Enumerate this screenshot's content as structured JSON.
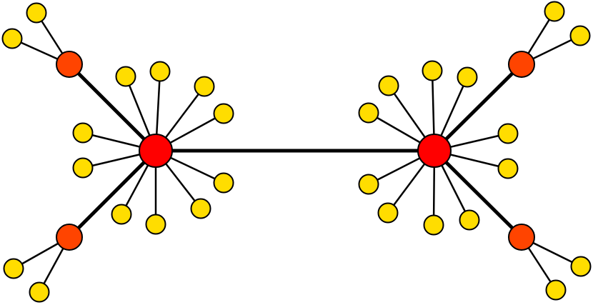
{
  "diagram": {
    "type": "network-graph",
    "colors": {
      "hub": "#ff0000",
      "subhub": "#ff4400",
      "leaf": "#ffdd00",
      "edge": "#000000",
      "background": "#ffffff"
    },
    "nodes": [
      {
        "id": "hub-left",
        "role": "hub"
      },
      {
        "id": "hub-right",
        "role": "hub"
      },
      {
        "id": "subhub-left-top",
        "role": "subhub"
      },
      {
        "id": "subhub-left-bottom",
        "role": "subhub"
      },
      {
        "id": "subhub-right-top",
        "role": "subhub"
      },
      {
        "id": "subhub-right-bottom",
        "role": "subhub"
      },
      {
        "id": "leaf-lt-1",
        "role": "leaf"
      },
      {
        "id": "leaf-lt-2",
        "role": "leaf"
      },
      {
        "id": "leaf-lb-1",
        "role": "leaf"
      },
      {
        "id": "leaf-lb-2",
        "role": "leaf"
      },
      {
        "id": "leaf-rt-1",
        "role": "leaf"
      },
      {
        "id": "leaf-rt-2",
        "role": "leaf"
      },
      {
        "id": "leaf-rb-1",
        "role": "leaf"
      },
      {
        "id": "leaf-rb-2",
        "role": "leaf"
      },
      {
        "id": "leaf-l-1",
        "role": "leaf"
      },
      {
        "id": "leaf-l-2",
        "role": "leaf"
      },
      {
        "id": "leaf-l-3",
        "role": "leaf"
      },
      {
        "id": "leaf-l-4",
        "role": "leaf"
      },
      {
        "id": "leaf-l-5",
        "role": "leaf"
      },
      {
        "id": "leaf-l-6",
        "role": "leaf"
      },
      {
        "id": "leaf-l-7",
        "role": "leaf"
      },
      {
        "id": "leaf-l-8",
        "role": "leaf"
      },
      {
        "id": "leaf-l-9",
        "role": "leaf"
      },
      {
        "id": "leaf-l-10",
        "role": "leaf"
      },
      {
        "id": "leaf-l-11",
        "role": "leaf"
      },
      {
        "id": "leaf-r-1",
        "role": "leaf"
      },
      {
        "id": "leaf-r-2",
        "role": "leaf"
      },
      {
        "id": "leaf-r-3",
        "role": "leaf"
      },
      {
        "id": "leaf-r-4",
        "role": "leaf"
      },
      {
        "id": "leaf-r-5",
        "role": "leaf"
      },
      {
        "id": "leaf-r-6",
        "role": "leaf"
      },
      {
        "id": "leaf-r-7",
        "role": "leaf"
      },
      {
        "id": "leaf-r-8",
        "role": "leaf"
      },
      {
        "id": "leaf-r-9",
        "role": "leaf"
      },
      {
        "id": "leaf-r-10",
        "role": "leaf"
      },
      {
        "id": "leaf-r-11",
        "role": "leaf"
      }
    ],
    "edges": [
      {
        "from": "hub-left",
        "to": "hub-right"
      },
      {
        "from": "hub-left",
        "to": "subhub-left-top"
      },
      {
        "from": "hub-left",
        "to": "subhub-left-bottom"
      },
      {
        "from": "hub-right",
        "to": "subhub-right-top"
      },
      {
        "from": "hub-right",
        "to": "subhub-right-bottom"
      },
      {
        "from": "subhub-left-top",
        "to": "leaf-lt-1"
      },
      {
        "from": "subhub-left-top",
        "to": "leaf-lt-2"
      },
      {
        "from": "subhub-left-bottom",
        "to": "leaf-lb-1"
      },
      {
        "from": "subhub-left-bottom",
        "to": "leaf-lb-2"
      },
      {
        "from": "subhub-right-top",
        "to": "leaf-rt-1"
      },
      {
        "from": "subhub-right-top",
        "to": "leaf-rt-2"
      },
      {
        "from": "subhub-right-bottom",
        "to": "leaf-rb-1"
      },
      {
        "from": "subhub-right-bottom",
        "to": "leaf-rb-2"
      },
      {
        "from": "hub-left",
        "to": "leaf-l-1"
      },
      {
        "from": "hub-left",
        "to": "leaf-l-2"
      },
      {
        "from": "hub-left",
        "to": "leaf-l-3"
      },
      {
        "from": "hub-left",
        "to": "leaf-l-4"
      },
      {
        "from": "hub-left",
        "to": "leaf-l-5"
      },
      {
        "from": "hub-left",
        "to": "leaf-l-6"
      },
      {
        "from": "hub-left",
        "to": "leaf-l-7"
      },
      {
        "from": "hub-left",
        "to": "leaf-l-8"
      },
      {
        "from": "hub-left",
        "to": "leaf-l-9"
      },
      {
        "from": "hub-left",
        "to": "leaf-l-10"
      },
      {
        "from": "hub-left",
        "to": "leaf-l-11"
      },
      {
        "from": "hub-right",
        "to": "leaf-r-1"
      },
      {
        "from": "hub-right",
        "to": "leaf-r-2"
      },
      {
        "from": "hub-right",
        "to": "leaf-r-3"
      },
      {
        "from": "hub-right",
        "to": "leaf-r-4"
      },
      {
        "from": "hub-right",
        "to": "leaf-r-5"
      },
      {
        "from": "hub-right",
        "to": "leaf-r-6"
      },
      {
        "from": "hub-right",
        "to": "leaf-r-7"
      },
      {
        "from": "hub-right",
        "to": "leaf-r-8"
      },
      {
        "from": "hub-right",
        "to": "leaf-r-9"
      },
      {
        "from": "hub-right",
        "to": "leaf-r-10"
      },
      {
        "from": "hub-right",
        "to": "leaf-r-11"
      }
    ]
  }
}
